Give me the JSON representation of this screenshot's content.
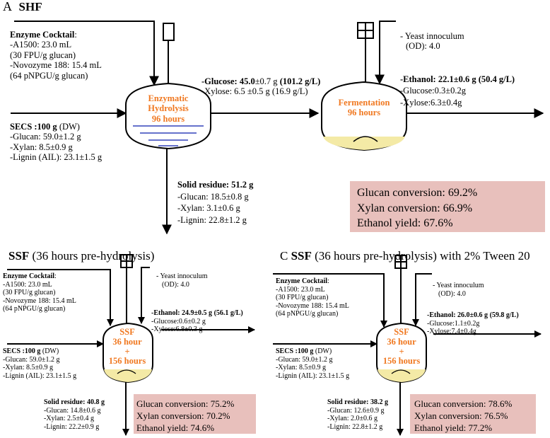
{
  "panel_a": {
    "letter": "A",
    "title": "SHF",
    "enzyme": {
      "heading": "Enzyme Cocktail",
      "colon": ":",
      "lines": [
        "-A1500: 23.0 mL",
        "(30 FPU/g glucan)",
        "-Novozyme 188: 15.4 mL",
        "(64 pNPGU/g glucan)"
      ]
    },
    "secs": {
      "heading": "SECS :100 g",
      "suffix": " (DW)",
      "lines": [
        "-Glucan: 59.0±1.2 g",
        "-Xylan: 8.5±0.9 g",
        "-Lignin (AIL): 23.1±1.5 g"
      ]
    },
    "hydrolysis_label": [
      "Enzymatic",
      "Hydrolysis",
      "96 hours"
    ],
    "hydrolysate": {
      "glucose_label": "-Glucose: ",
      "glucose_value": "45.0",
      "glucose_rest": "±0.7 g ",
      "glucose_conc": "(101.2 g/L)",
      "xylose": "-Xylose:  6.5 ±0.5 g (16.9 g/L)"
    },
    "solid_residue": {
      "heading": "Solid residue: 51.2 g",
      "lines": [
        "-Glucan:  18.5±0.8 g",
        "-Xylan: 3.1±0.6 g",
        "-Lignin: 22.8±1.2 g"
      ]
    },
    "yeast": [
      "- Yeast innoculum",
      "(OD):  4.0"
    ],
    "fermentation_label": [
      "Fermentation",
      "96 hours"
    ],
    "ferment_output": {
      "ethanol_label": "-Ethanol:  22.1",
      "ethanol_rest": "±0.6 g  (50.4 g/L)",
      "lines": [
        "-Glucose:0.3±0.2g",
        "-Xylose:6.3±0.4g"
      ]
    },
    "results": [
      "Glucan conversion: 69.2%",
      "Xylan conversion: 66.9%",
      "Ethanol yield: 67.6%"
    ]
  },
  "panel_b": {
    "title_bold": "SSF",
    "title_rest": " (36 hours pre-hydrolysis)",
    "enzyme": {
      "heading": "Enzyme Cocktail",
      "colon": ":",
      "lines": [
        "-A1500: 23.0 mL",
        "(30 FPU/g glucan)",
        "-Novozyme 188: 15.4 mL",
        "(64 pNPGU/g glucan)"
      ]
    },
    "yeast": [
      "- Yeast innoculum",
      "(OD):  4.0"
    ],
    "ssf_label": [
      "SSF",
      "36 hour",
      "+",
      "156 hours"
    ],
    "output": {
      "ethanol_label": "-Ethanol:  24.9±0.5 g",
      "ethanol_conc": "(56.1 g/L)",
      "lines": [
        "-Glucose:0.6±0.2 g",
        "-Xylose:6.8±0.3 g"
      ]
    },
    "secs": {
      "heading": "SECS :100 g",
      "suffix": " (DW)",
      "lines": [
        "-Glucan: 59.0±1.2 g",
        "-Xylan: 8.5±0.9 g",
        "-Lignin (AIL): 23.1±1.5 g"
      ]
    },
    "solid_residue": {
      "heading": "Solid residue: 40.8 g",
      "lines": [
        "-Glucan: 14.8±0.6 g",
        "-Xylan: 2.5±0.4 g",
        "-Lignin: 22.2±0.9 g"
      ]
    },
    "results": [
      "Glucan conversion: 75.2%",
      "Xylan conversion: 70.2%",
      "Ethanol yield: 74.6%"
    ]
  },
  "panel_c": {
    "letter": "C",
    "title_bold": "SSF",
    "title_rest": " (36 hours pre-hydrolysis) with 2% Tween 20",
    "enzyme": {
      "heading": "Enzyme Cocktail",
      "colon": ":",
      "lines": [
        "-A1500: 23.0 mL",
        "(30 FPU/g glucan)",
        "-Novozyme 188: 15.4 mL",
        "(64 pNPGU/g glucan)"
      ]
    },
    "yeast": [
      "- Yeast innoculum",
      "(OD):  4.0"
    ],
    "ssf_label": [
      "SSF",
      "36 hour",
      "+",
      "156 hours"
    ],
    "output": {
      "ethanol_label": "-Ethanol:  26.0±0.6 g",
      "ethanol_conc": "(59.8 g/L)",
      "lines": [
        "-Glucose:1.1±0.2g",
        "-Xylose:7.4±0.4g"
      ]
    },
    "secs": {
      "heading": "SECS :100 g",
      "suffix": " (DW)",
      "lines": [
        "-Glucan: 59.0±1.2 g",
        "-Xylan: 8.5±0.9 g",
        "-Lignin (AIL): 23.1±1.5 g"
      ]
    },
    "solid_residue": {
      "heading": "Solid residue: 38.2 g",
      "lines": [
        "-Glucan: 12.6±0.9 g",
        "-Xylan: 2.0±0.6 g",
        "-Lignin: 22.8±1.2 g"
      ]
    },
    "results": [
      "Glucan conversion: 78.6%",
      "Xylan conversion: 76.5%",
      "Ethanol yield: 77.2%"
    ]
  },
  "colors": {
    "label_orange": "#f07820",
    "result_box": "#e8c0bc",
    "liquid_yellow": "#f4eaa6",
    "hydrolysis_lines": "#3344bb"
  }
}
